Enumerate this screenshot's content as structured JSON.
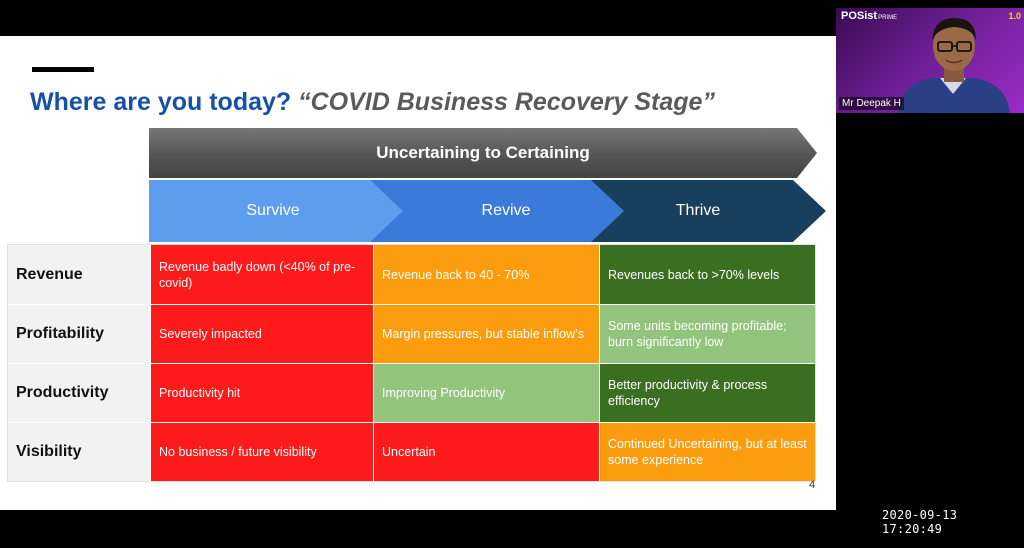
{
  "slide": {
    "title_part1": "Where are you today?",
    "title_part2": "“COVID Business Recovery Stage”",
    "banner": "Uncertaining to Certaining",
    "stages": [
      "Survive",
      "Revive",
      "Thrive"
    ],
    "rows": [
      {
        "label": "Revenue",
        "cells": [
          "Revenue badly down (<40% of pre-covid)",
          "Revenue back to 40 - 70%",
          "Revenues back to >70% levels"
        ]
      },
      {
        "label": "Profitability",
        "cells": [
          "Severely impacted",
          "Margin pressures, but stable inflow’s",
          "Some units becoming profitable; burn significantly low"
        ]
      },
      {
        "label": "Productivity",
        "cells": [
          "Productivity hit",
          "Improving Productivity",
          "Better productivity & process efficiency"
        ]
      },
      {
        "label": "Visibility",
        "cells": [
          "No business / future visibility",
          "Uncertain",
          "Continued Uncertaining, but at least some experience"
        ]
      }
    ],
    "page_number": "4",
    "colors": {
      "red": "#fd1a1a",
      "orange": "#fb9c0e",
      "dark_green": "#3a6f22",
      "light_green": "#93c47d",
      "title_blue": "#1651a9"
    }
  },
  "video": {
    "logo": "POSist",
    "logo_sub": "PRIME",
    "corner_badge": "1.0",
    "participant_name": "Mr Deepak H"
  },
  "timestamp": "2020-09-13  17:20:49"
}
